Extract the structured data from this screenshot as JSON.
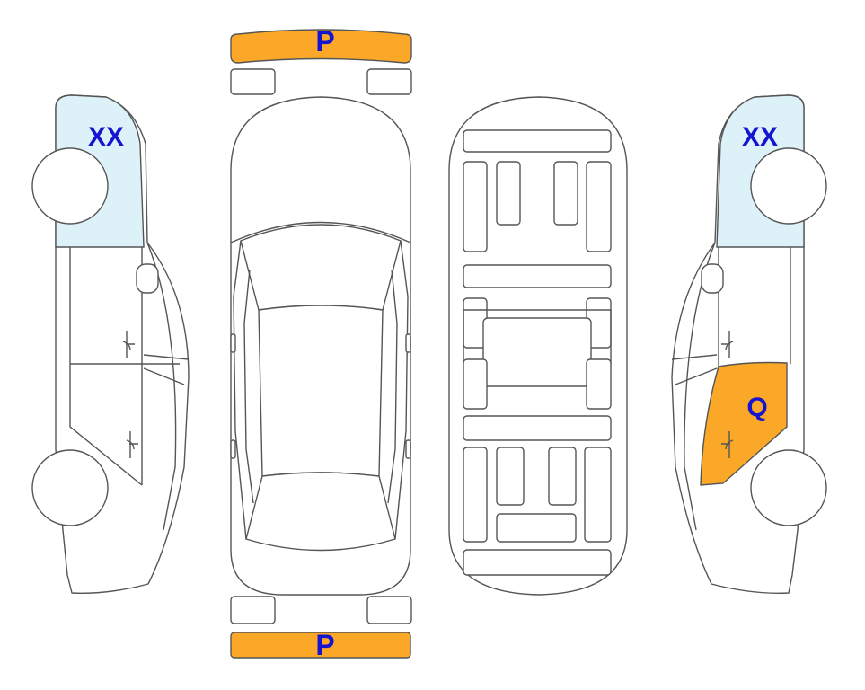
{
  "colors": {
    "damage_orange": "#FBA829",
    "glass_blue": "#DDF1F8",
    "outline": "#555555",
    "label_blue": "#1515D0"
  },
  "labels": {
    "front_bumper": "P",
    "rear_bumper": "P",
    "left_rear_window": "XX",
    "right_rear_window": "XX",
    "right_front_door": "Q"
  }
}
